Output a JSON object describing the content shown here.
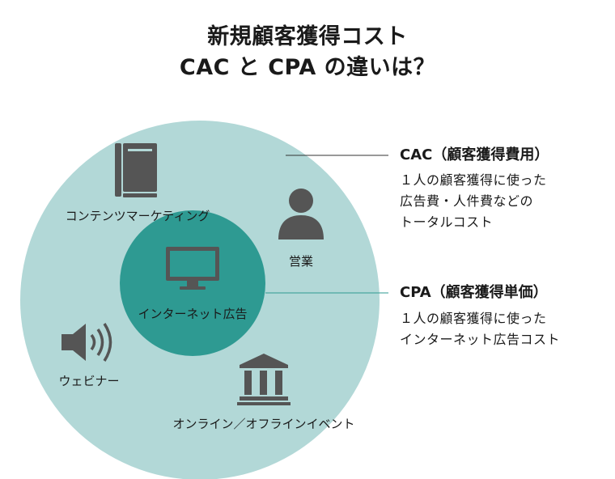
{
  "title": {
    "line1": "新規顧客獲得コスト",
    "line2": "CAC と CPA の違いは？"
  },
  "outer_circle": {
    "color": "#b2d8d7",
    "items": [
      {
        "label": "コンテンツマーケティング",
        "icon": "book-icon"
      },
      {
        "label": "営業",
        "icon": "person-icon"
      },
      {
        "label": "ウェビナー",
        "icon": "speaker-icon"
      },
      {
        "label": "オンライン／オフラインイベント",
        "icon": "building-icon"
      }
    ]
  },
  "inner_circle": {
    "color": "#2e9a92",
    "label": "インターネット広告",
    "icon": "monitor-icon"
  },
  "cac": {
    "heading": "CAC（顧客獲得費用）",
    "lines": [
      "１人の顧客獲得に使った",
      "広告費・人件費などの",
      "トータルコスト"
    ]
  },
  "cpa": {
    "heading": "CPA（顧客獲得単価）",
    "lines": [
      "１人の顧客獲得に使った",
      "インターネット広告コスト"
    ]
  },
  "icon_color": "#555555"
}
